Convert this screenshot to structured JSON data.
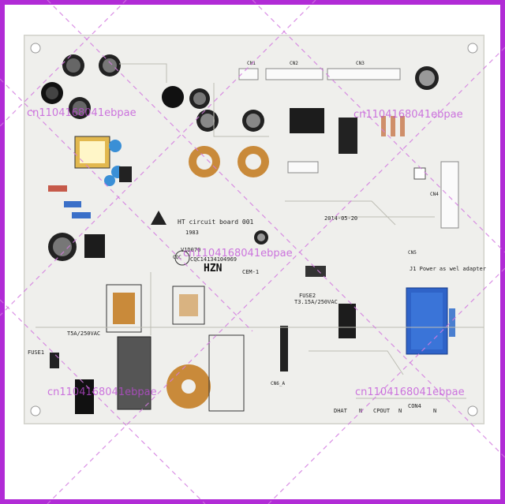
{
  "board": {
    "title_text": "HT circuit board 001",
    "brand_text": "HZN",
    "part_code": "CQC14134104969",
    "cert_code": "CEM-1",
    "model_code": "V1D070",
    "date_code": "2014-05-20",
    "number_code": "1983",
    "fuse1_label": "FUSE1",
    "fuse1_rating": "T5A/250VAC",
    "fuse2_label": "FUSE2",
    "fuse2_rating": "T3.15A/250VAC",
    "note_text": "J1 Power as wel adapter",
    "port_labels": [
      "DHAT",
      "N",
      "CPOUT",
      "N",
      "CON4",
      "N"
    ],
    "cn_labels": [
      "CN1",
      "CN2",
      "CN3",
      "CN4",
      "CN5",
      "CN6_A"
    ],
    "cqc_mark": "CQC"
  },
  "watermarks": [
    "cn1104168041ebpae",
    "cn1104168041ebpae",
    "cn1104168041ebpae",
    "cn1104168041ebpae",
    "cn1104168041ebpae",
    "cn1104168041ebpae"
  ],
  "colors": {
    "frame": "#b12bd6",
    "board": "#efefec",
    "relay": "#2f63c8",
    "copper": "#c98a3a",
    "watermark": "#c04ad8"
  }
}
